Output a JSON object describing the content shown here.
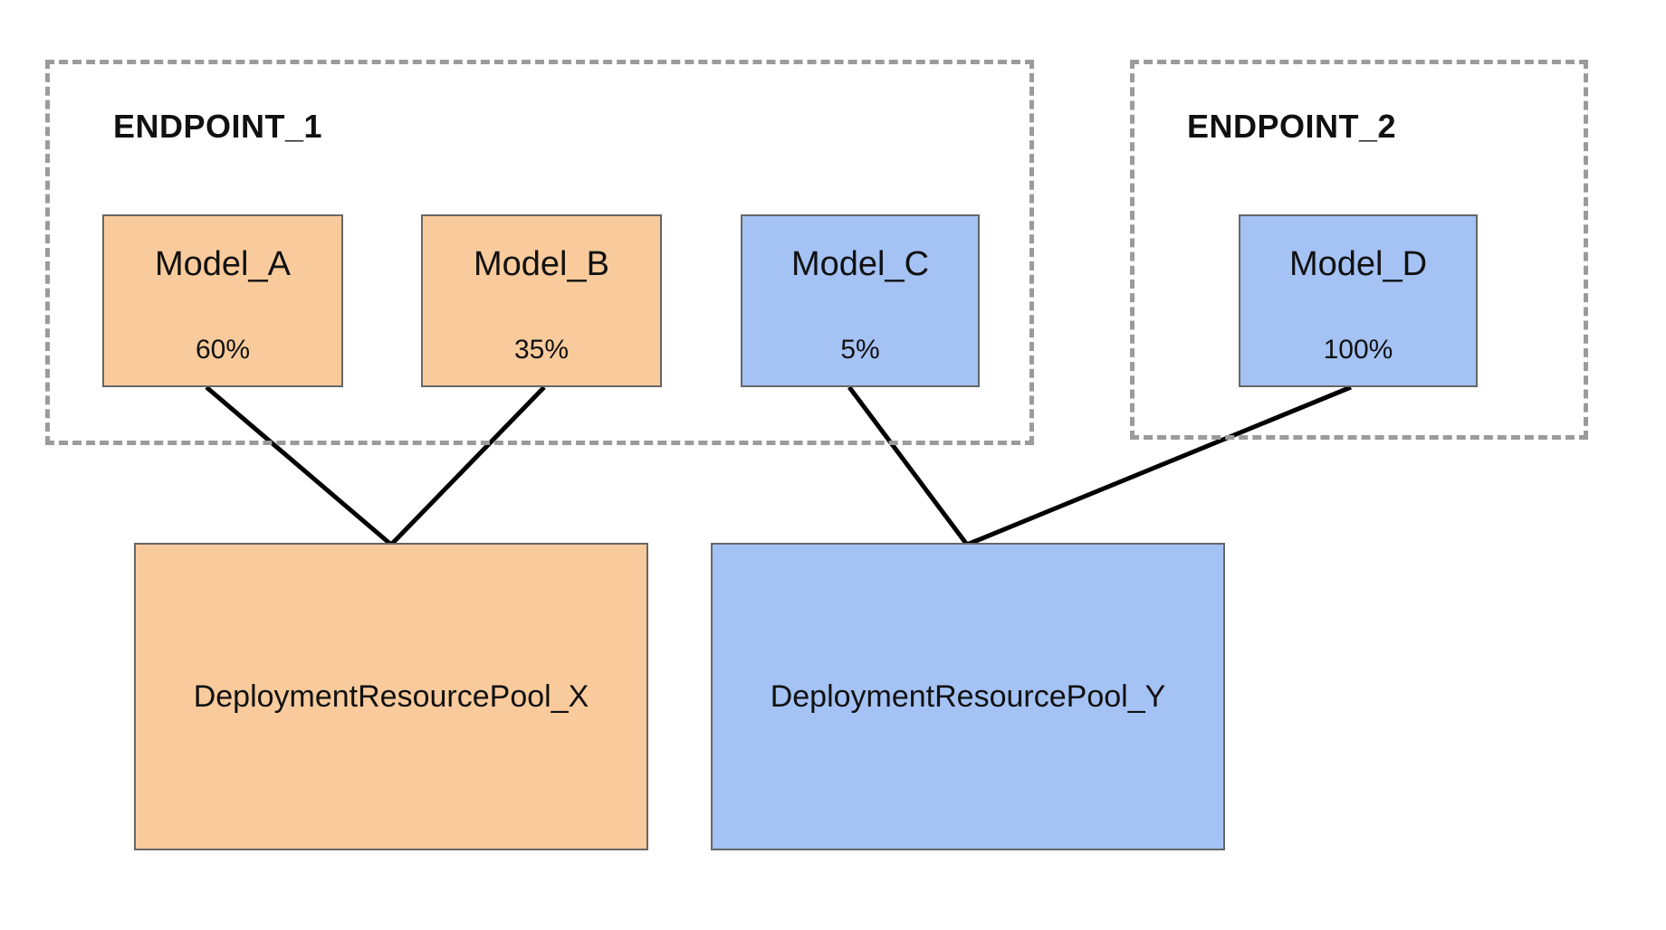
{
  "diagram": {
    "endpoints": [
      {
        "label": "ENDPOINT_1"
      },
      {
        "label": "ENDPOINT_2"
      }
    ],
    "models": [
      {
        "name": "Model_A",
        "traffic": "60%",
        "color": "#f9cb9c"
      },
      {
        "name": "Model_B",
        "traffic": "35%",
        "color": "#f9cb9c"
      },
      {
        "name": "Model_C",
        "traffic": "5%",
        "color": "#a4c2f4"
      },
      {
        "name": "Model_D",
        "traffic": "100%",
        "color": "#a4c2f4"
      }
    ],
    "pools": [
      {
        "name": "DeploymentResourcePool_X",
        "color": "#f9cb9c"
      },
      {
        "name": "DeploymentResourcePool_Y",
        "color": "#a4c2f4"
      }
    ],
    "colors": {
      "orange": "#f9cb9c",
      "blue": "#a4c2f4",
      "connector_line": "#000000",
      "dashed_border": "#9b9b9b"
    }
  }
}
